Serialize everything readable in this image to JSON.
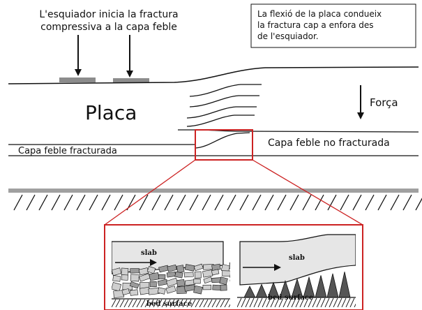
{
  "diagram": {
    "skier_note": [
      "L'esquiador inicia la fractura",
      "compressiva a la capa feble"
    ],
    "flex_note": [
      "La flexió de la placa condueix",
      "la fractura cap a enfora des",
      "de l'esquiador."
    ],
    "slab_label": "Placa",
    "force_label": "Força",
    "fractured_label": "Capa feble fracturada",
    "unfractured_label": "Capa feble no fracturada",
    "inset_left": {
      "slab_label": "slab",
      "bed_label": "bed surface"
    },
    "inset_right": {
      "slab_label": "slab",
      "bed_label": "bed surface"
    },
    "colors": {
      "highlight": "#cc2222",
      "ground": "#a0a0a0",
      "weak_layer": "#8c8c8c",
      "slab_fill": "#e9e9e9"
    }
  }
}
